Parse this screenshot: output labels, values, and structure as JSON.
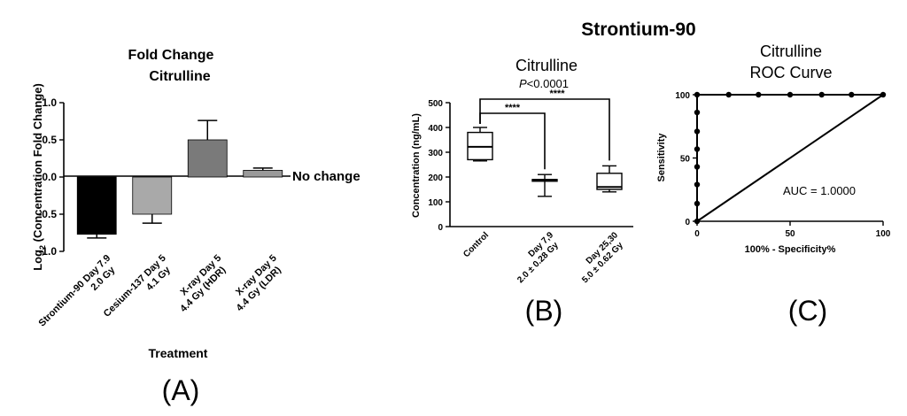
{
  "figure": {
    "group_title": "Strontium-90",
    "panel_letters": [
      "(A)",
      "(B)",
      "(C)"
    ]
  },
  "chart_data": [
    {
      "type": "bar",
      "title": "Fold Change",
      "subtitle": "Citrulline",
      "xlabel": "Treatment",
      "ylabel_prefix": "Log",
      "ylabel_sub": "2",
      "ylabel_rest": " (Concentration Fold Change)",
      "ylim": [
        -1.0,
        1.0
      ],
      "yticks": [
        "-1.0",
        "-0.5",
        "0.0",
        "0.5",
        "1.0"
      ],
      "categories": [
        [
          "Strontium-90 Day 7.9",
          "2.0 Gy"
        ],
        [
          "Cesium-137 Day 5",
          "4.1 Gy"
        ],
        [
          "X-ray Day 5",
          "4.4 Gy (HDR)"
        ],
        [
          "X-ray Day 5",
          "4.4 Gy (LDR)"
        ]
      ],
      "values": [
        -0.77,
        -0.5,
        0.5,
        0.09
      ],
      "errors": [
        0.05,
        0.12,
        0.26,
        0.03
      ],
      "bar_colors": [
        "#000000",
        "#a9a9a9",
        "#7a7a7a",
        "#9a9a9a"
      ],
      "annotation": "No change"
    },
    {
      "type": "box",
      "title": "Citrulline",
      "ylabel": "Concentration (ng/mL)",
      "ylim": [
        0,
        500
      ],
      "yticks": [
        "0",
        "100",
        "200",
        "300",
        "400",
        "500"
      ],
      "categories": [
        [
          "Control"
        ],
        [
          "Day 7,9",
          "2.0 ± 0.28 Gy"
        ],
        [
          "Day 25,30",
          "5.0 ± 0.62 Gy"
        ]
      ],
      "boxes": [
        {
          "min": 265,
          "q1": 270,
          "median": 322,
          "q3": 380,
          "max": 400
        },
        {
          "min": 122,
          "q1": 183,
          "median": 188,
          "q3": 190,
          "max": 210
        },
        {
          "min": 140,
          "q1": 150,
          "median": 160,
          "q3": 215,
          "max": 245
        }
      ],
      "pvalue_italic": "P",
      "pvalue_rest": "<0.0001",
      "significance": [
        "****",
        "****"
      ]
    },
    {
      "type": "line",
      "title": "Citrulline",
      "subtitle": "ROC Curve",
      "xlabel": "100% - Specificity%",
      "ylabel": "Sensitivity",
      "xlim": [
        0,
        100
      ],
      "ylim": [
        0,
        100
      ],
      "xticks": [
        "0",
        "50",
        "100"
      ],
      "yticks": [
        "0",
        "50",
        "100"
      ],
      "annotation": "AUC = 1.0000",
      "roc_points": [
        [
          0,
          0
        ],
        [
          0,
          14
        ],
        [
          0,
          29
        ],
        [
          0,
          43
        ],
        [
          0,
          57
        ],
        [
          0,
          71
        ],
        [
          0,
          86
        ],
        [
          0,
          100
        ],
        [
          17,
          100
        ],
        [
          33,
          100
        ],
        [
          50,
          100
        ],
        [
          67,
          100
        ],
        [
          83,
          100
        ],
        [
          100,
          100
        ]
      ],
      "reference_line": [
        [
          0,
          0
        ],
        [
          100,
          100
        ]
      ]
    }
  ]
}
